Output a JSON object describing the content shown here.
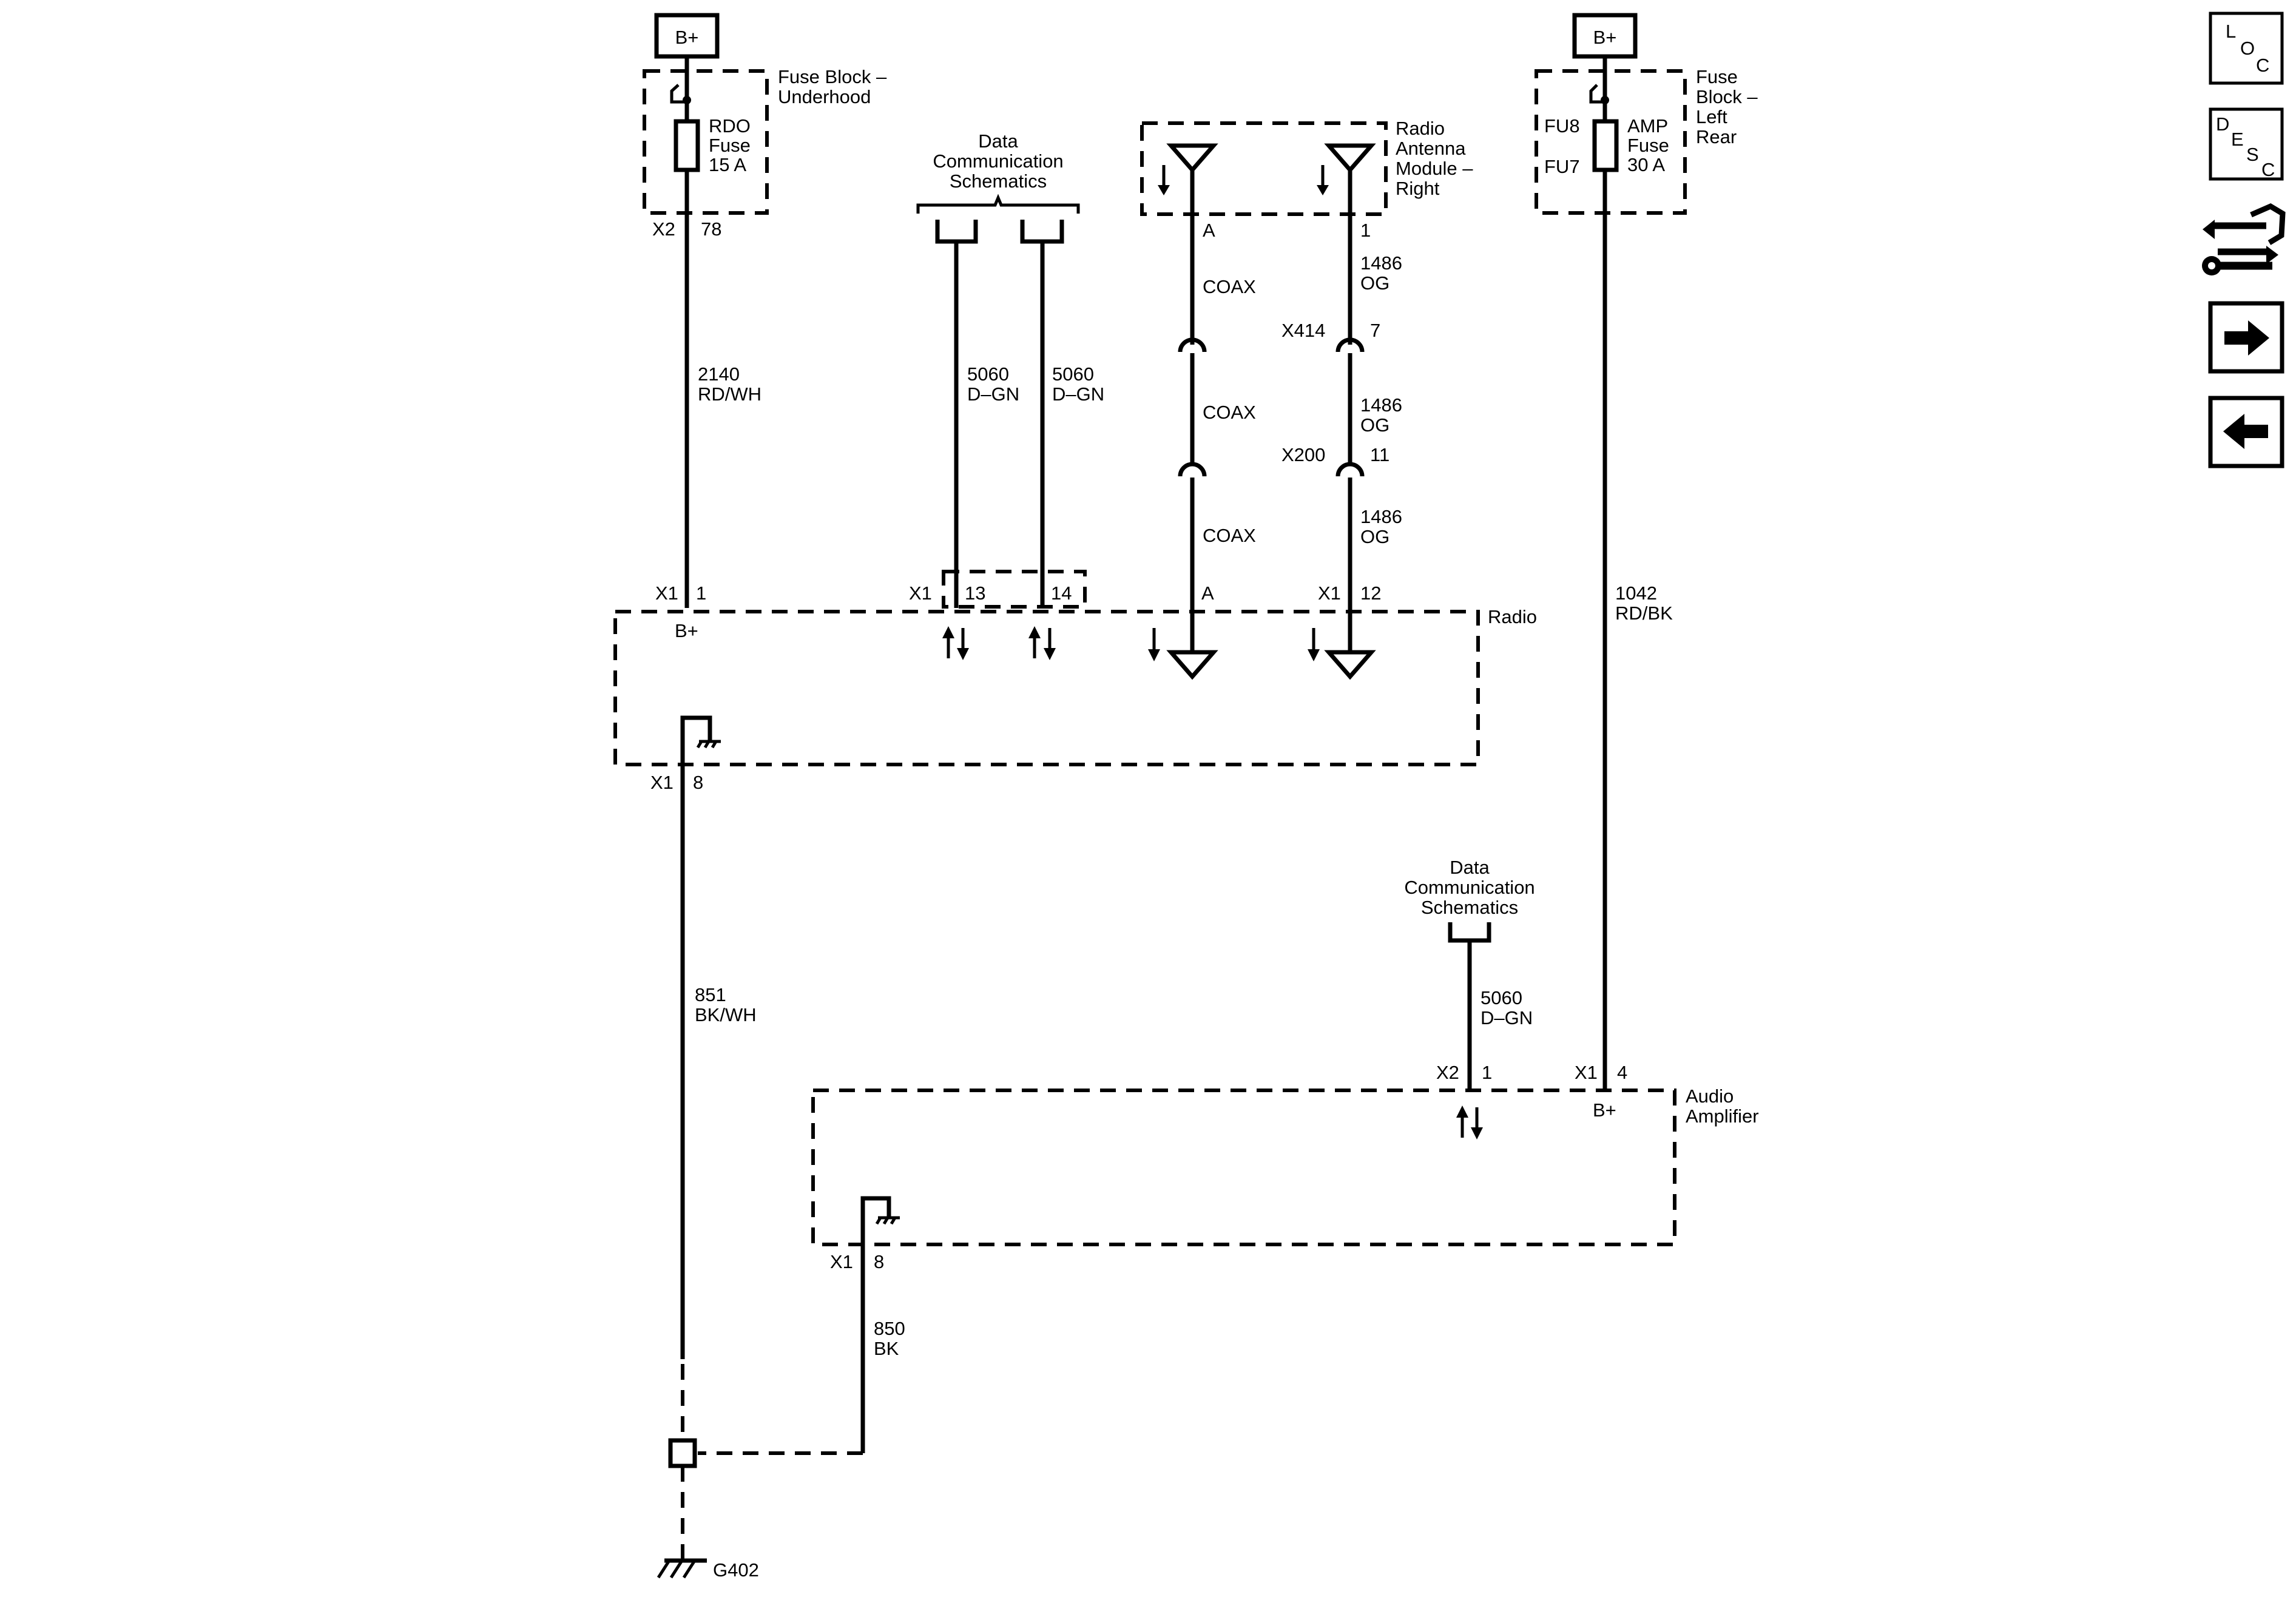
{
  "power": {
    "left_label": "B+",
    "right_label": "B+"
  },
  "fuse_block_underhood": {
    "title_line1": "Fuse Block –",
    "title_line2": "Underhood",
    "fuse_line1": "RDO",
    "fuse_line2": "Fuse",
    "fuse_line3": "15 A",
    "connector": "X2",
    "pin": "78"
  },
  "fuse_block_rear": {
    "title_line1": "Fuse",
    "title_line2": "Block –",
    "title_line3": "Left",
    "title_line4": "Rear",
    "fuse_a": "FU8",
    "fuse_b": "FU7",
    "fuse_line1": "AMP",
    "fuse_line2": "Fuse",
    "fuse_line3": "30 A"
  },
  "data_comm_top": {
    "line1": "Data",
    "line2": "Communication",
    "line3": "Schematics"
  },
  "data_comm_amp": {
    "line1": "Data",
    "line2": "Communication",
    "line3": "Schematics"
  },
  "antenna_module": {
    "line1": "Radio",
    "line2": "Antenna",
    "line3": "Module –",
    "line4": "Right",
    "pin_a": "A",
    "pin_1": "1"
  },
  "wires": {
    "w2140_num": "2140",
    "w2140_color": "RD/WH",
    "w5060a_num": "5060",
    "w5060a_color": "D–GN",
    "w5060b_num": "5060",
    "w5060b_color": "D–GN",
    "coax1": "COAX",
    "coax2": "COAX",
    "coax3": "COAX",
    "w1486a_num": "1486",
    "w1486a_color": "OG",
    "w1486b_num": "1486",
    "w1486b_color": "OG",
    "w1486c_num": "1486",
    "w1486c_color": "OG",
    "w1042_num": "1042",
    "w1042_color": "RD/BK",
    "w851_num": "851",
    "w851_color": "BK/WH",
    "w5060c_num": "5060",
    "w5060c_color": "D–GN",
    "w850_num": "850",
    "w850_color": "BK"
  },
  "inline_connectors": {
    "x414": "X414",
    "x414_pin": "7",
    "x200": "X200",
    "x200_pin": "11"
  },
  "radio": {
    "title": "Radio",
    "x1_a": "X1",
    "pin_1": "1",
    "bplus": "B+",
    "x1_b": "X1",
    "pin_13": "13",
    "pin_14": "14",
    "pin_a": "A",
    "x1_c": "X1",
    "pin_12": "12",
    "x1_d": "X1",
    "pin_8": "8"
  },
  "amplifier": {
    "title_line1": "Audio",
    "title_line2": "Amplifier",
    "x2": "X2",
    "pin_1": "1",
    "x1": "X1",
    "pin_4": "4",
    "bplus": "B+",
    "x1_gnd": "X1",
    "pin_8": "8"
  },
  "ground": {
    "label": "G402"
  },
  "nav": {
    "loc_1": "L",
    "loc_2": "O",
    "loc_3": "C",
    "desc_1": "D",
    "desc_2": "E",
    "desc_3": "S",
    "desc_4": "C"
  }
}
